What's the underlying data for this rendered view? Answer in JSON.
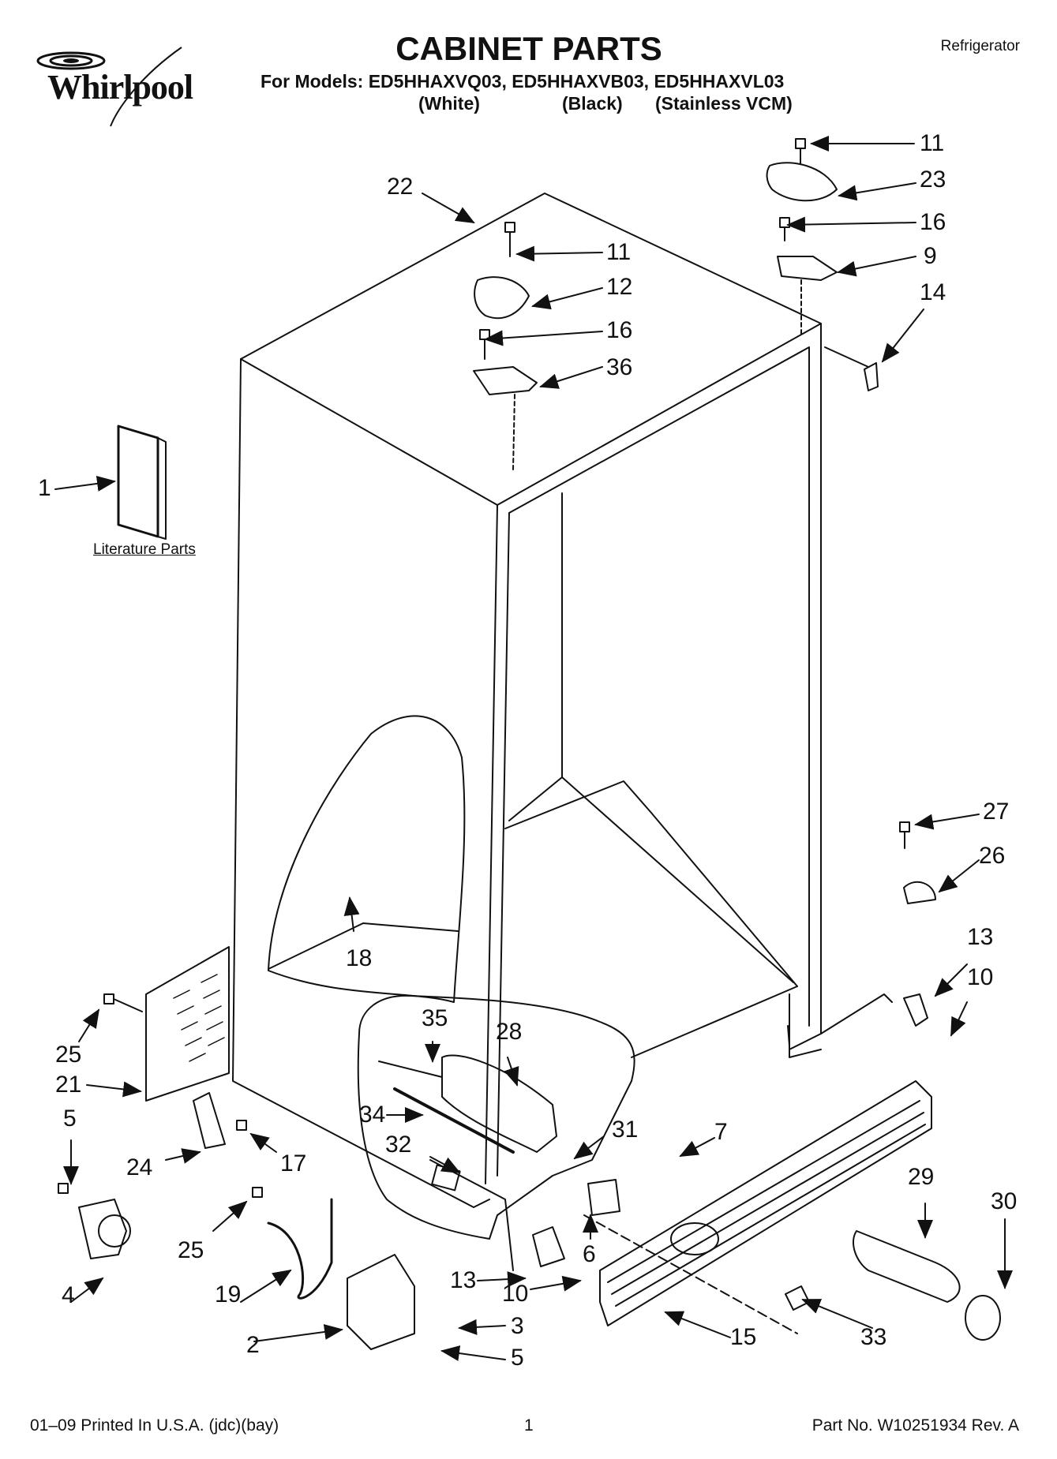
{
  "header": {
    "brand": "Whirlpool",
    "title": "CABINET PARTS",
    "category": "Refrigerator",
    "models_line": "For Models: ED5HHAXVQ03, ED5HHAXVB03, ED5HHAXVL03",
    "variants": [
      "(White)",
      "(Black)",
      "(Stainless VCM)"
    ]
  },
  "literature_label": "Literature Parts",
  "callouts": [
    "11",
    "23",
    "16",
    "9",
    "14",
    "22",
    "11",
    "12",
    "16",
    "36",
    "1",
    "27",
    "26",
    "18",
    "13",
    "10",
    "35",
    "28",
    "25",
    "21",
    "34",
    "31",
    "7",
    "5",
    "24",
    "17",
    "32",
    "29",
    "30",
    "6",
    "25",
    "13",
    "10",
    "4",
    "19",
    "3",
    "2",
    "5",
    "15",
    "33"
  ],
  "footer": {
    "printed": "01–09 Printed In U.S.A. (jdc)(bay)",
    "page": "1",
    "part_no": "Part No. W10251934 Rev. A"
  },
  "colors": {
    "line": "#111111",
    "paper": "#ffffff"
  }
}
